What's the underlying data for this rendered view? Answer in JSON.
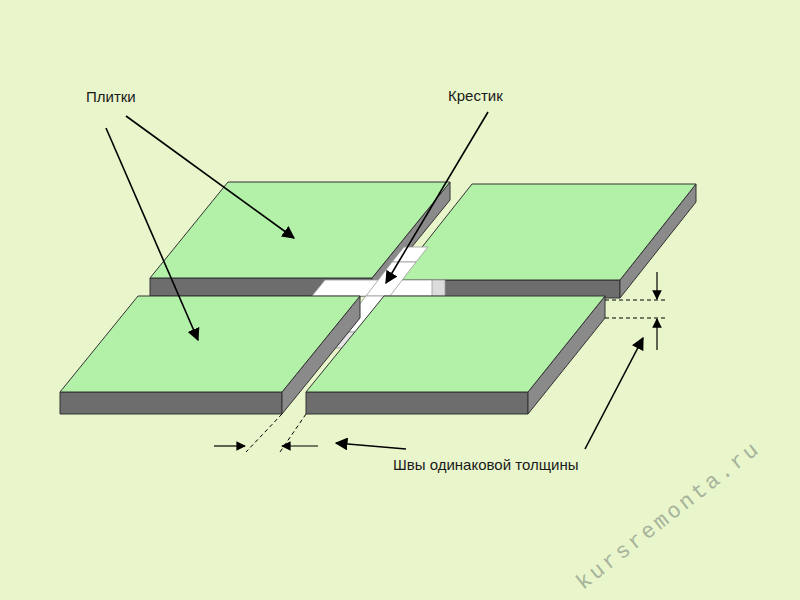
{
  "diagram": {
    "labels": [
      "Плитки",
      "Крестик",
      "Швы одинаковой толщины",
      "kursremonta.ru"
    ]
  }
}
